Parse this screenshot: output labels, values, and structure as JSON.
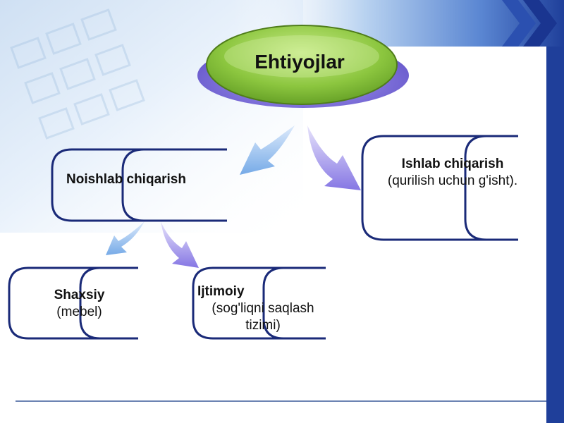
{
  "diagram": {
    "root": {
      "label": "Ehtiyojlar"
    },
    "nodes": {
      "noishlab": {
        "title": "Noishlab chiqarish",
        "subtitle": ""
      },
      "ishlab": {
        "title": "Ishlab chiqarish",
        "subtitle": "(qurilish uchun g'isht)."
      },
      "shaxsiy": {
        "title": "Shaxsiy",
        "subtitle": "(mebel)"
      },
      "ijtimoiy": {
        "title": "Ijtimoiy",
        "subtitle": "(sog'liqni saqlash tizimi)"
      }
    },
    "edges": [
      {
        "from": "root",
        "to": "noishlab"
      },
      {
        "from": "root",
        "to": "ishlab"
      },
      {
        "from": "noishlab",
        "to": "shaxsiy"
      },
      {
        "from": "noishlab",
        "to": "ijtimoiy"
      }
    ]
  },
  "colors": {
    "slide_band": "#1f3f9a",
    "box_stroke": "#1a2a78",
    "ellipse_green": "#8cc63f",
    "ellipse_purple": "#7a6ad8",
    "arrow_blue": "#6fa6e6",
    "arrow_purple": "#8a7ae6",
    "footer_line": "#3b5b9a"
  }
}
